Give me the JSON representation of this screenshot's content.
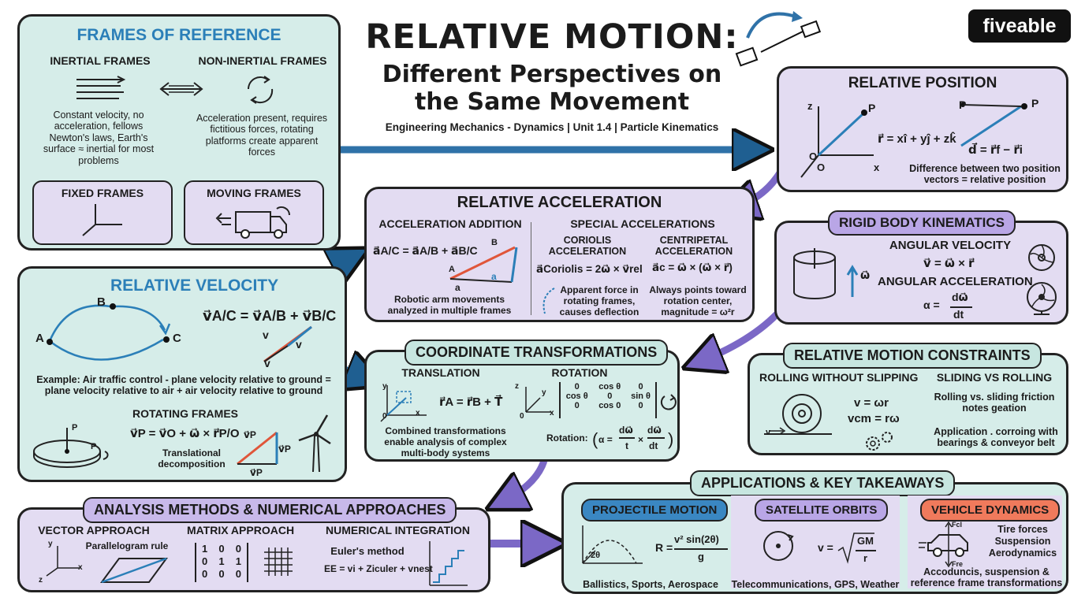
{
  "title": {
    "main": "RELATIVE MOTION:",
    "sub_line1": "Different Perspectives on",
    "sub_line2": "the Same Movement",
    "tagline": "Engineering Mechanics - Dynamics | Unit 1.4 | Particle Kinematics"
  },
  "logo": {
    "text": "fiveable"
  },
  "frames": {
    "heading": "FRAMES OF REFERENCE",
    "inertial": {
      "label": "INERTIAL FRAMES",
      "desc": "Constant velocity, no acceleration, fellows Newton's laws, Earth's surface ≈ inertial for most problems"
    },
    "non_inertial": {
      "label": "NON-INERTIAL FRAMES",
      "desc": "Acceleration present, requires fictitious forces, rotating platforms create apparent forces"
    },
    "fixed": {
      "label": "FIXED FRAMES"
    },
    "moving": {
      "label": "MOVING FRAMES"
    }
  },
  "relative_position": {
    "heading": "RELATIVE POSITION",
    "formula1": "r⃗ = xî + yĵ + zk̂",
    "formula2": "d⃗ = r⃗f − r⃗i",
    "desc": "Difference between two position vectors = relative position",
    "labels": {
      "p": "P",
      "o": "O",
      "x": "x",
      "z": "z"
    }
  },
  "relative_acceleration": {
    "heading": "RELATIVE ACCELERATION",
    "addition": {
      "label": "ACCELERATION ADDITION",
      "formula": "a⃗A/C = a⃗A/B + a⃗B/C",
      "desc": "Robotic arm movements analyzed in multiple frames",
      "tri_a": "A",
      "tri_b": "B",
      "tri_low": "a",
      "tri_side": "a"
    },
    "special": {
      "label": "SPECIAL ACCELERATIONS"
    },
    "coriolis": {
      "label": "CORIOLIS ACCELERATION",
      "formula": "a⃗Coriolis = 2ω⃗ × v⃗rel",
      "desc": "Apparent force in rotating frames, causes deflection"
    },
    "centripetal": {
      "label": "CENTRIPETAL ACCELERATION",
      "formula": "a⃗c = ω⃗ × (ω⃗ × r⃗)",
      "desc": "Always points toward rotation center, magnitude = ω²r"
    }
  },
  "rigid_body": {
    "heading": "RIGID BODY KINEMATICS",
    "angular_velocity": "ANGULAR VELOCITY",
    "velocity_formula": "v⃗ = ω⃗ × r⃗",
    "angular_acceleration": "ANGULAR ACCELERATION",
    "alpha_lhs": "α =",
    "alpha_num": "dω⃗",
    "alpha_den": "dt",
    "omega_label": "ω⃗"
  },
  "relative_velocity": {
    "heading": "RELATIVE VELOCITY",
    "formula": "v⃗A/C = v⃗A/B + v⃗B/C",
    "point_a": "A",
    "point_b": "B",
    "point_c": "C",
    "v1": "v",
    "v2": "v",
    "v3": "v",
    "example": "Example: Air traffic control - plane velocity relative to ground = plane velocity relative to air + air velocity relative to ground",
    "rotating": {
      "label": "ROTATING FRAMES",
      "formula": "v⃗P = v⃗O + ω⃗ × r⃗P/O",
      "desc": "Translational decomposition",
      "p1": "P",
      "p2": "P",
      "vp1": "v⃗P",
      "vp2": "v⃗P",
      "vp3": "v⃗P"
    }
  },
  "coordinate": {
    "heading": "COORDINATE TRANSFORMATIONS",
    "translation": {
      "label": "TRANSLATION",
      "formula": "r⃗A = r⃗B + T⃗",
      "axis_y": "y",
      "axis_x": "x",
      "axis_o": "0"
    },
    "rotation": {
      "label": "ROTATION",
      "axis_z": "z",
      "axis_y": "y",
      "axis_x": "x",
      "axis_o": "0"
    },
    "matrix": [
      [
        "0",
        "cos θ",
        "0"
      ],
      [
        "cos θ",
        "0",
        "sin θ"
      ],
      [
        "0",
        "cos 0",
        "0"
      ]
    ],
    "desc": "Combined transformations enable analysis of complex multi-body systems",
    "rotation_formula": {
      "lhs": "Rotation:",
      "alpha": "α =",
      "num1": "dω⃗",
      "den1": "t",
      "times": "×",
      "num2": "dω⃗",
      "den2": "dt"
    }
  },
  "constraints": {
    "heading": "RELATIVE MOTION CONSTRAINTS",
    "rolling": {
      "label": "ROLLING WITHOUT SLIPPING",
      "f1": "v = ωr",
      "f2": "vcm = rω",
      "v": "v"
    },
    "sliding": {
      "label": "SLIDING VS ROLLING",
      "desc": "Rolling vs. sliding friction notes geation",
      "application": "Application . corroing with bearings & conveyor belt"
    }
  },
  "analysis": {
    "heading": "ANALYSIS METHODS & NUMERICAL APPROACHES",
    "vector": {
      "label": "VECTOR APPROACH",
      "desc": "Parallelogram rule",
      "y": "y",
      "x": "x",
      "z": "z"
    },
    "matrix": {
      "label": "MATRIX APPROACH",
      "rows": [
        [
          "1",
          "0",
          "0"
        ],
        [
          "0",
          "1",
          "1"
        ],
        [
          "0",
          "0",
          "0"
        ]
      ]
    },
    "numerical": {
      "label": "NUMERICAL INTEGRATION",
      "method": "Euler's method",
      "formula": "EE = vi + Ziculer + vnest"
    }
  },
  "applications": {
    "heading": "APPLICATIONS & KEY TAKEAWAYS",
    "projectile": {
      "label": "PROJECTILE MOTION",
      "formula_lhs": "R =",
      "num": "v² sin(2θ)",
      "den": "g",
      "angle": "2θ",
      "desc": "Ballistics, Sports, Aerospace"
    },
    "satellite": {
      "label": "SATELLITE ORBITS",
      "formula_lhs": "v =",
      "num": "GM",
      "den": "r",
      "desc": "Telecommunications, GPS, Weather"
    },
    "vehicle": {
      "label": "VEHICLE DYNAMICS",
      "items": [
        "Tire forces",
        "Suspension",
        "Aerodynamics"
      ],
      "f1": "Fcl",
      "f2": "Fre",
      "desc": "Accoduncis, suspension & reference frame transformations"
    }
  },
  "colors": {
    "teal_bg": "#d6ede9",
    "lavender_bg": "#e3dcf2",
    "heading_blue": "#2b7fb8",
    "arrow_blue": "#2f72a8",
    "arrow_purple": "#7b68c6",
    "vector_red": "#e0563a",
    "pill_projectile": "#3a87c2",
    "pill_satellite": "#b9a6e6",
    "pill_vehicle": "#f07a5c"
  }
}
